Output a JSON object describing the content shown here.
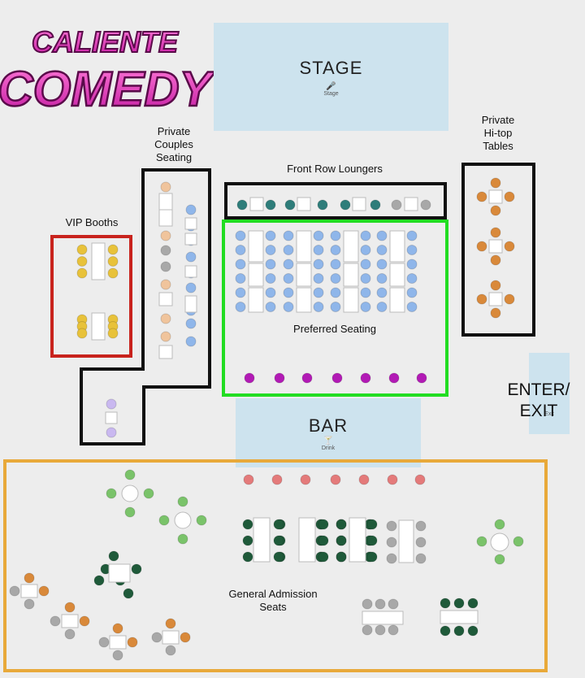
{
  "logo": {
    "line1": "CALIENTE",
    "line2": "COMEDY"
  },
  "stage": {
    "label": "STAGE",
    "sub": "Stage"
  },
  "bar": {
    "label": "BAR",
    "sub": "Drink"
  },
  "entry": {
    "label_line1": "ENTER/",
    "label_line2": "EXIT",
    "sub": "Exit"
  },
  "sections": {
    "private_couples": [
      "Private",
      "Couples",
      "Seating"
    ],
    "vip": "VIP Booths",
    "front_row": "Front Row Loungers",
    "preferred": "Preferred Seating",
    "hitop": [
      "Private",
      "Hi-top",
      "Tables"
    ],
    "general": [
      "General Admission",
      "Seats"
    ]
  },
  "colors": {
    "vip_border": "#c8231d",
    "preferred_border": "#22dd22",
    "general_border": "#e8a93a",
    "black_border": "#111111",
    "stage_fill": "#cde3ee",
    "seat_yellow": "#e8c23a",
    "seat_blue": "#8fb6ea",
    "seat_teal": "#2e7d7a",
    "seat_orange": "#d9893a",
    "seat_peach": "#f0c49c",
    "seat_gray": "#a8a8a8",
    "seat_magenta": "#b21ab5",
    "seat_red": "#e47a7a",
    "seat_green_light": "#7ac36a",
    "seat_green_dark": "#1f5a3a",
    "seat_lavender": "#c9b8f0"
  }
}
